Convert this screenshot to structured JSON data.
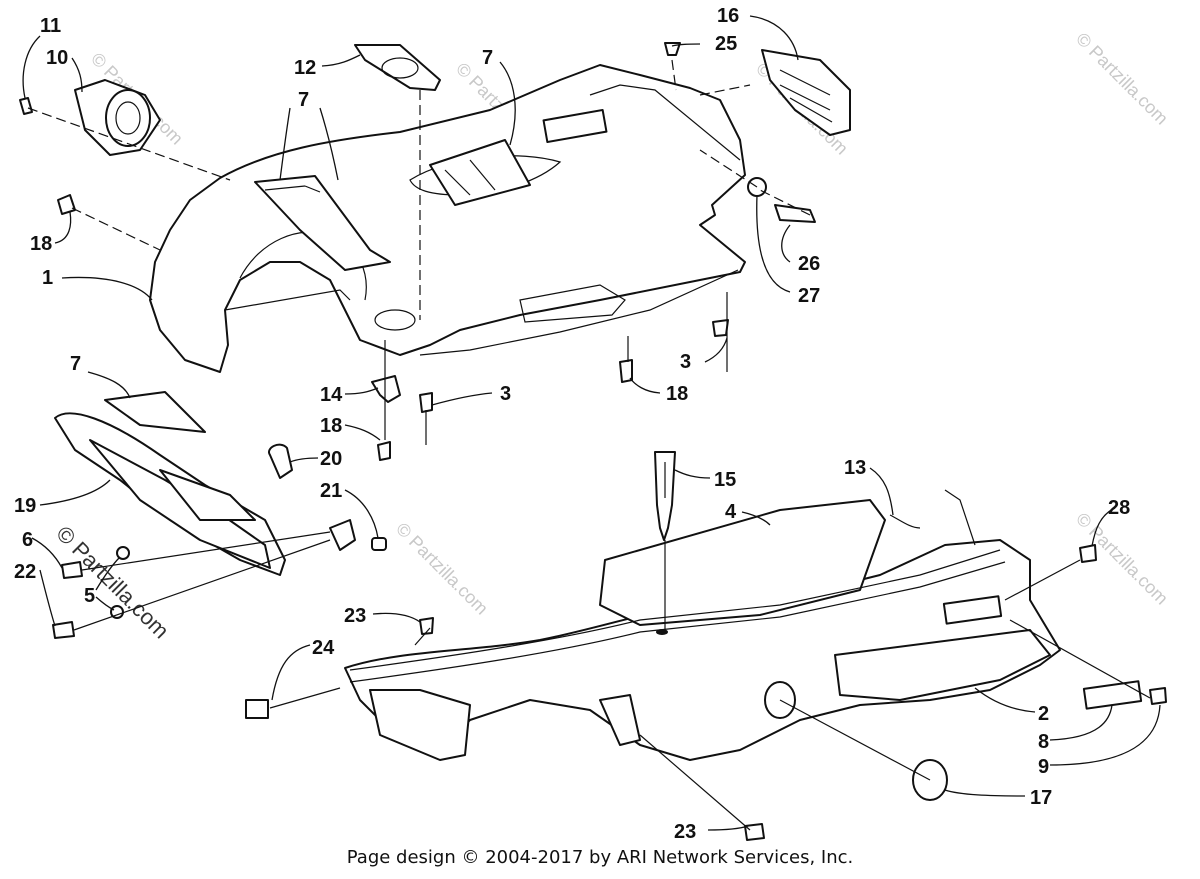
{
  "diagram": {
    "callouts": [
      "11",
      "10",
      "12",
      "7",
      "16",
      "25",
      "7",
      "18",
      "1",
      "26",
      "27",
      "3",
      "7",
      "14",
      "3",
      "18",
      "18",
      "20",
      "15",
      "13",
      "4",
      "21",
      "19",
      "28",
      "6",
      "22",
      "5",
      "23",
      "24",
      "2",
      "8",
      "9",
      "17",
      "23"
    ]
  },
  "watermarks": {
    "faint": "© Partzilla.com",
    "dark": "© Partzilla.com"
  },
  "footer": {
    "text": "Page design © 2004-2017 by ARI Network Services, Inc."
  },
  "colors": {
    "line": "#111111",
    "shade": "#cfcfcf",
    "watermark": "#c8c8c8"
  }
}
